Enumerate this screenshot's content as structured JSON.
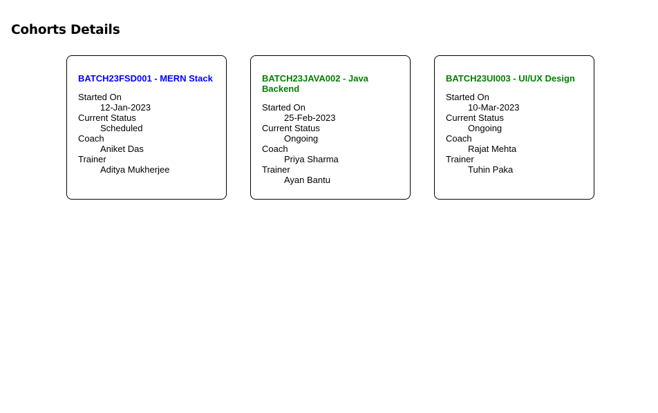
{
  "page": {
    "title": "Cohorts Details"
  },
  "labels": {
    "started_on": "Started On",
    "current_status": "Current Status",
    "coach": "Coach",
    "trainer": "Trainer"
  },
  "colors": {
    "scheduled_title": "#0000ff",
    "ongoing_title": "#008000"
  },
  "cohorts": [
    {
      "title": "BATCH23FSD001 - MERN Stack",
      "started_on": "12-Jan-2023",
      "current_status": "Scheduled",
      "coach": "Aniket Das",
      "trainer": "Aditya Mukherjee"
    },
    {
      "title": "BATCH23JAVA002 - Java Backend",
      "started_on": "25-Feb-2023",
      "current_status": "Ongoing",
      "coach": "Priya Sharma",
      "trainer": "Ayan Bantu"
    },
    {
      "title": "BATCH23UI003 - UI/UX Design",
      "started_on": "10-Mar-2023",
      "current_status": "Ongoing",
      "coach": "Rajat Mehta",
      "trainer": "Tuhin Paka"
    }
  ]
}
